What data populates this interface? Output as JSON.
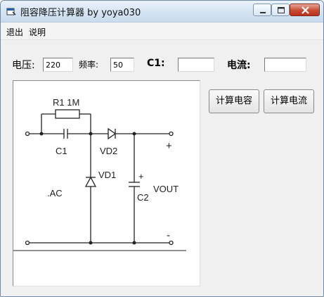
{
  "window": {
    "title": "阻容降压计算器 by yoya030",
    "controls": [
      "minimize-icon",
      "maximize-icon",
      "close-icon"
    ]
  },
  "menu": {
    "items": [
      "退出",
      "说明"
    ]
  },
  "form": {
    "voltage_label": "电压:",
    "voltage_value": "220",
    "frequency_label": "频率:",
    "frequency_value": "50",
    "c1_label": "C1:",
    "c1_value": "",
    "current_label": "电流:",
    "current_value": ""
  },
  "buttons": {
    "calc_capacitance": "计算电容",
    "calc_current": "计算电流"
  },
  "circuit": {
    "r1": "R1 1M",
    "c1": "C1",
    "vd2": "VD2",
    "vd1": "VD1",
    "ac": ".AC",
    "c2": "C2",
    "cap_plus": "+",
    "vout": "VOUT",
    "out_plus": "+",
    "out_minus": "-"
  }
}
